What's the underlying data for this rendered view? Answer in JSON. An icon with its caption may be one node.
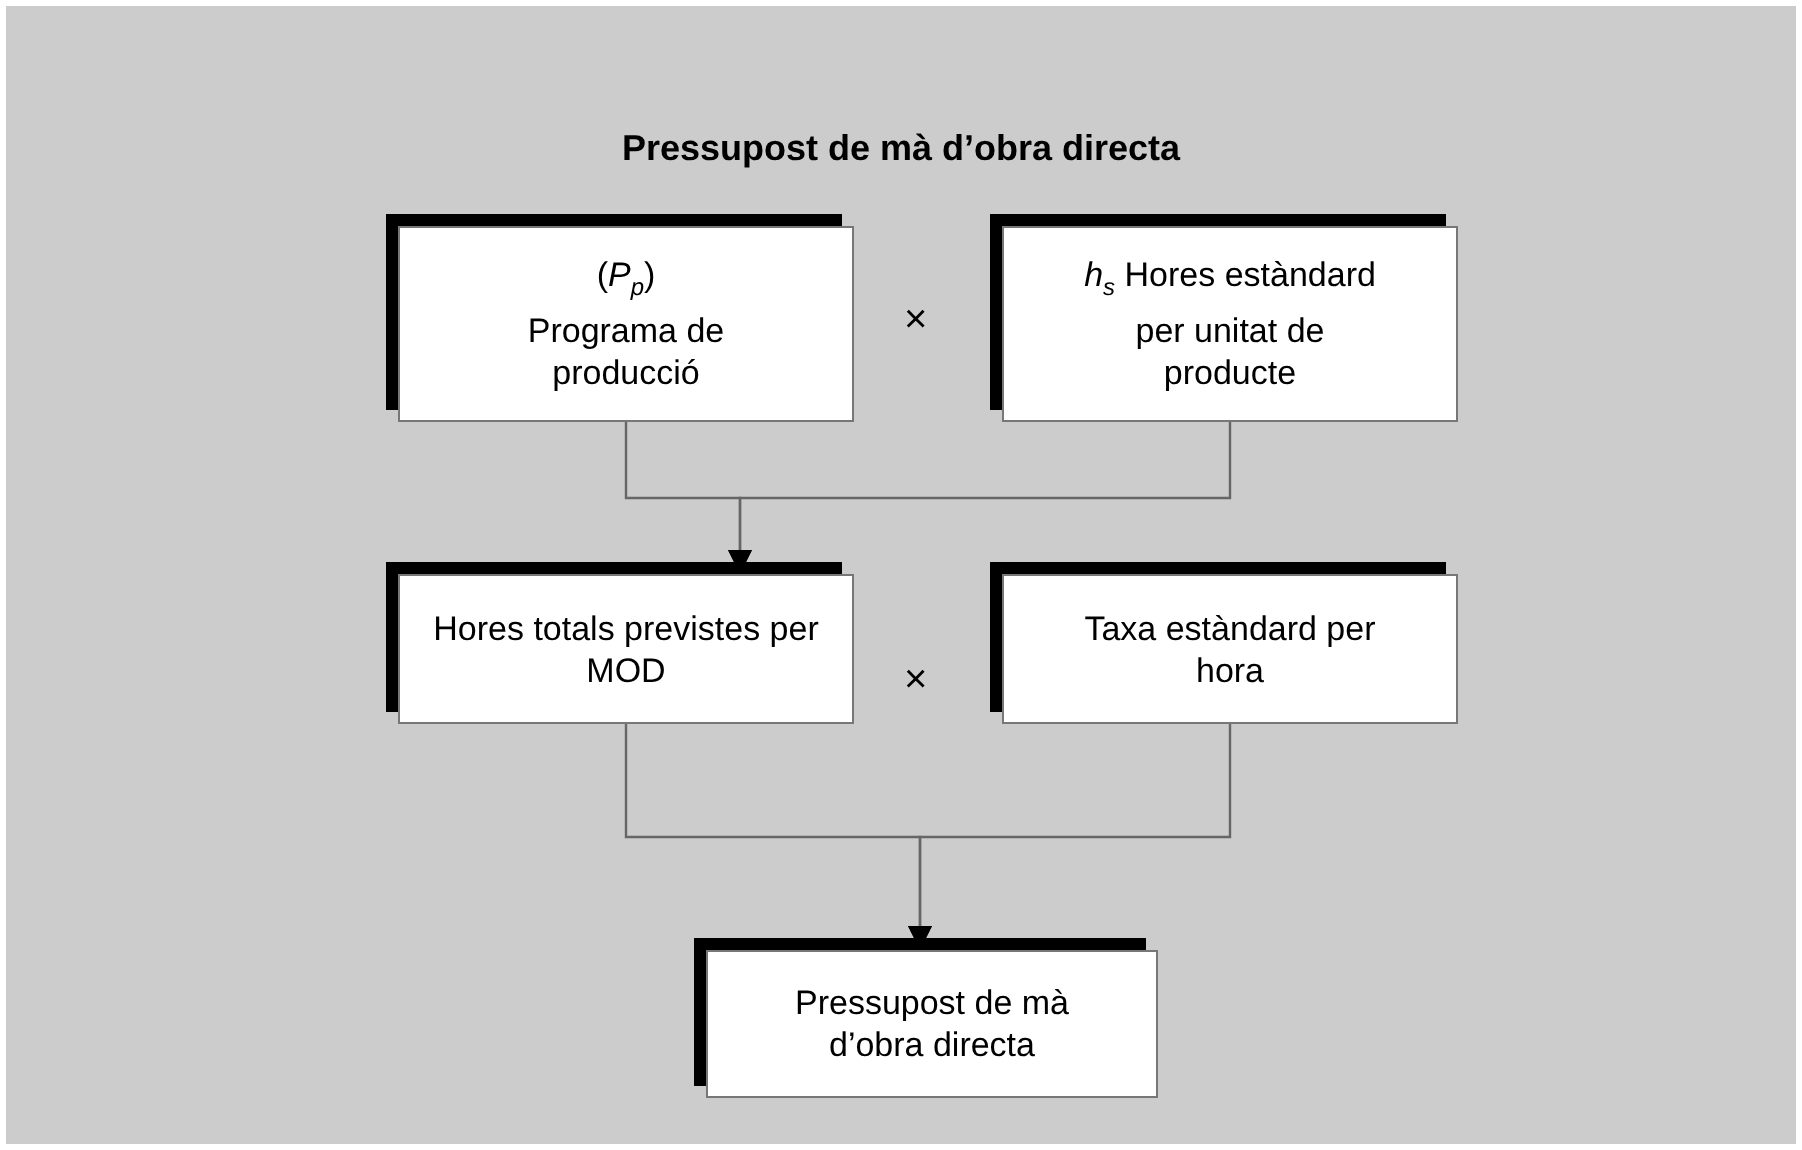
{
  "diagram": {
    "title": "Pressupost de mà d’obra directa",
    "nodes": [
      {
        "text": [
          "(*P*$_{p}$)",
          "Programa de producció"
        ]
      },
      {
        "text": [
          "*h*$_{s}$ Hores estàndard per unitat de producte"
        ]
      },
      {
        "text": [
          "Hores totals previstes per MOD"
        ]
      },
      {
        "text": [
          "Taxa estàndard per hora"
        ]
      },
      {
        "text": [
          "Pressupost de mà d’obra directa"
        ]
      }
    ],
    "edges": [
      {
        "from": 0,
        "to": 2,
        "arrow": "to"
      },
      {
        "from": 1,
        "to": 2,
        "arrow": "to"
      },
      {
        "from": 2,
        "to": 4,
        "arrow": "to"
      },
      {
        "from": 3,
        "to": 4,
        "arrow": "to"
      }
    ],
    "labels": [
      "×",
      "×"
    ]
  }
}
